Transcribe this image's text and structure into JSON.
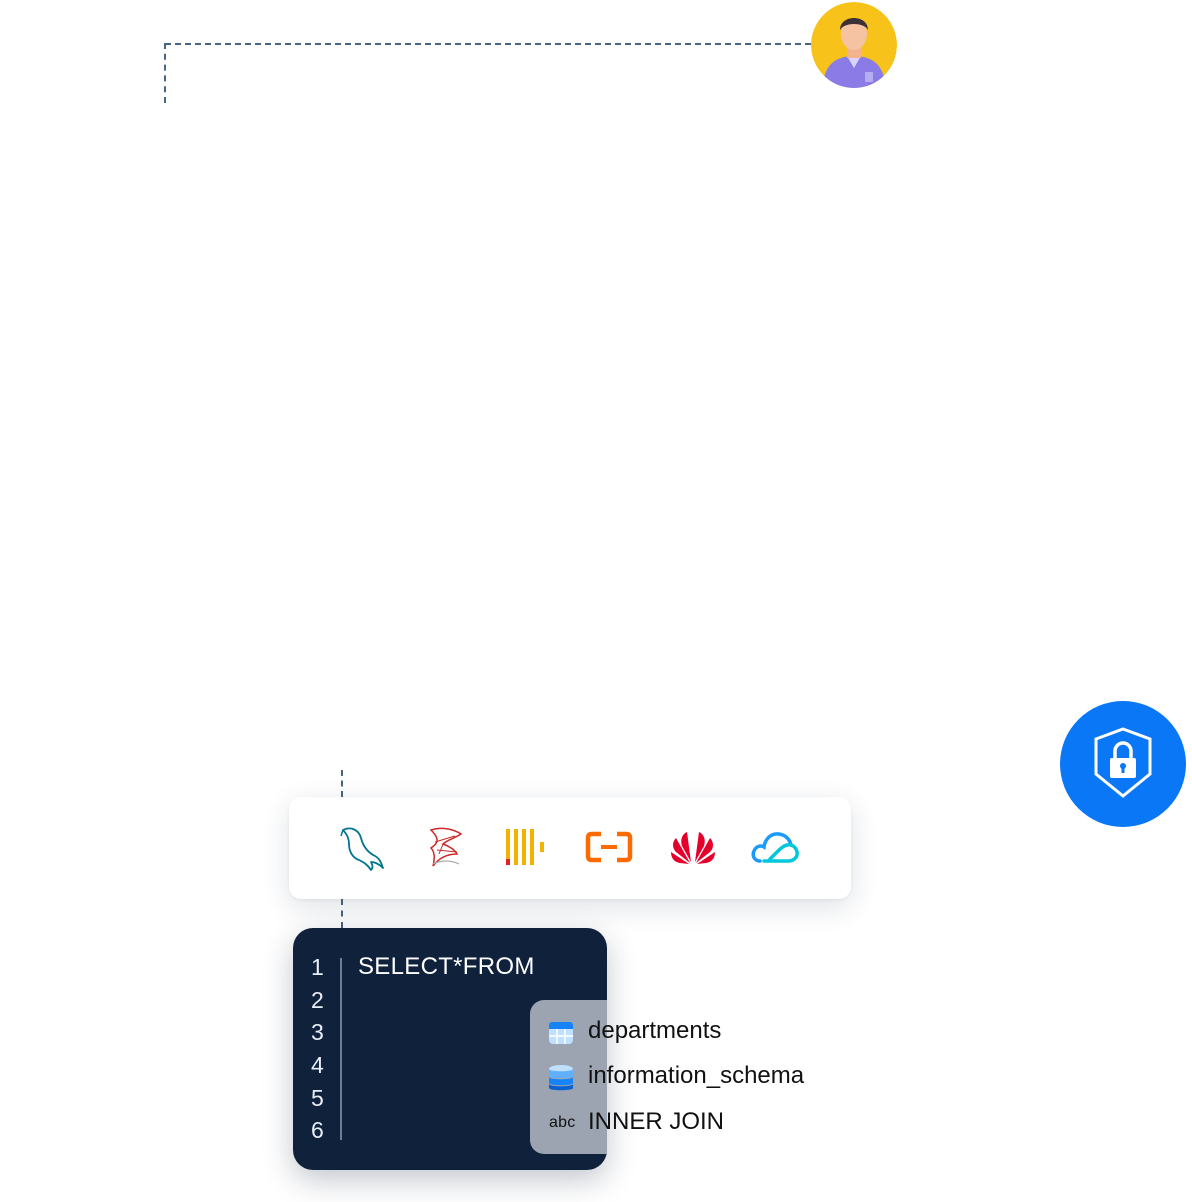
{
  "editor": {
    "line_numbers": [
      "1",
      "2",
      "3",
      "4",
      "5",
      "6"
    ],
    "code": "SELECT*FROM"
  },
  "autocomplete": {
    "items": [
      {
        "label": "departments",
        "icon": "table-icon"
      },
      {
        "label": "information_schema",
        "icon": "database-icon"
      },
      {
        "label": "INNER JOIN",
        "icon": "keyword-icon",
        "badge": "abc"
      }
    ]
  },
  "data_sources": [
    {
      "name": "mysql",
      "icon": "mysql-dolphin-icon",
      "color": "#00758f"
    },
    {
      "name": "sql-server",
      "icon": "sql-server-icon",
      "color": "#cc2927"
    },
    {
      "name": "clickhouse",
      "icon": "clickhouse-icon",
      "color": "#f2b200"
    },
    {
      "name": "alibaba-cloud",
      "icon": "alibaba-cloud-icon",
      "color": "#ff6a00"
    },
    {
      "name": "huawei-cloud",
      "icon": "huawei-icon",
      "color": "#e4002b"
    },
    {
      "name": "tencent-cloud",
      "icon": "tencent-cloud-icon",
      "color": "#1a9bfc"
    }
  ],
  "colors": {
    "editor_bg": "#0f213b",
    "accent_blue": "#0a77f6",
    "connector": "#4a6582"
  }
}
